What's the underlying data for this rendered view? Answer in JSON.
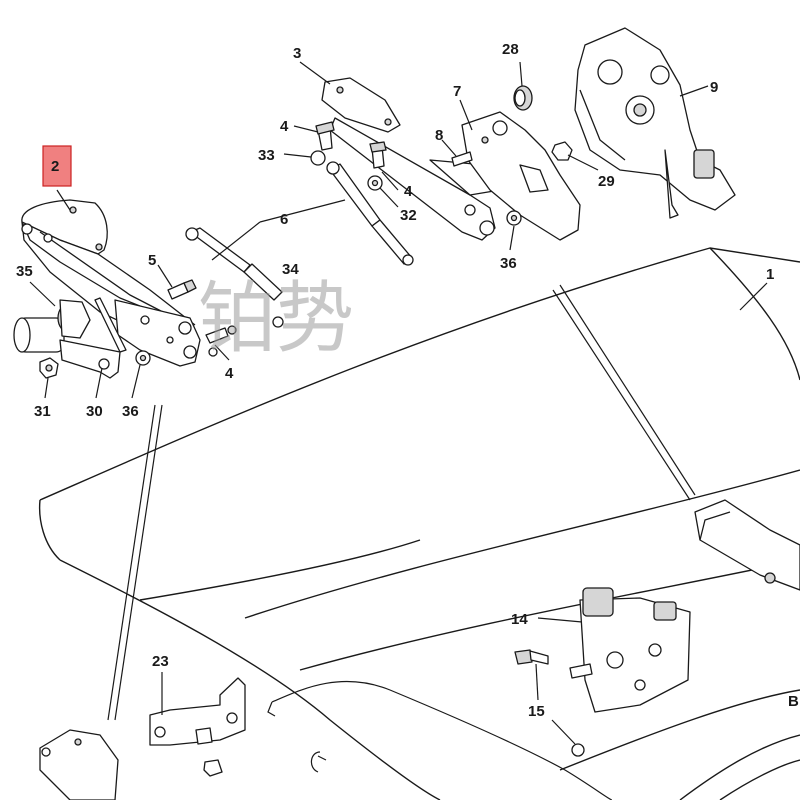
{
  "callouts": [
    {
      "id": "2",
      "text": "2",
      "highlighted": true
    },
    {
      "id": "3",
      "text": "3"
    },
    {
      "id": "4a",
      "text": "4"
    },
    {
      "id": "4b",
      "text": "4"
    },
    {
      "id": "4c",
      "text": "4"
    },
    {
      "id": "5",
      "text": "5"
    },
    {
      "id": "6",
      "text": "6"
    },
    {
      "id": "7",
      "text": "7"
    },
    {
      "id": "8",
      "text": "8"
    },
    {
      "id": "9",
      "text": "9"
    },
    {
      "id": "1",
      "text": "1"
    },
    {
      "id": "14",
      "text": "14"
    },
    {
      "id": "15",
      "text": "15"
    },
    {
      "id": "23",
      "text": "23"
    },
    {
      "id": "28",
      "text": "28"
    },
    {
      "id": "29",
      "text": "29"
    },
    {
      "id": "30",
      "text": "30"
    },
    {
      "id": "31",
      "text": "31"
    },
    {
      "id": "32",
      "text": "32"
    },
    {
      "id": "33",
      "text": "33"
    },
    {
      "id": "34",
      "text": "34"
    },
    {
      "id": "35",
      "text": "35"
    },
    {
      "id": "36a",
      "text": "36"
    },
    {
      "id": "36b",
      "text": "36"
    },
    {
      "id": "B",
      "text": "B"
    }
  ],
  "watermark": {
    "text": "铂势"
  },
  "colors": {
    "highlight_fill": "#f08080",
    "highlight_stroke": "#cc2222",
    "ink": "#1a1a1a"
  }
}
